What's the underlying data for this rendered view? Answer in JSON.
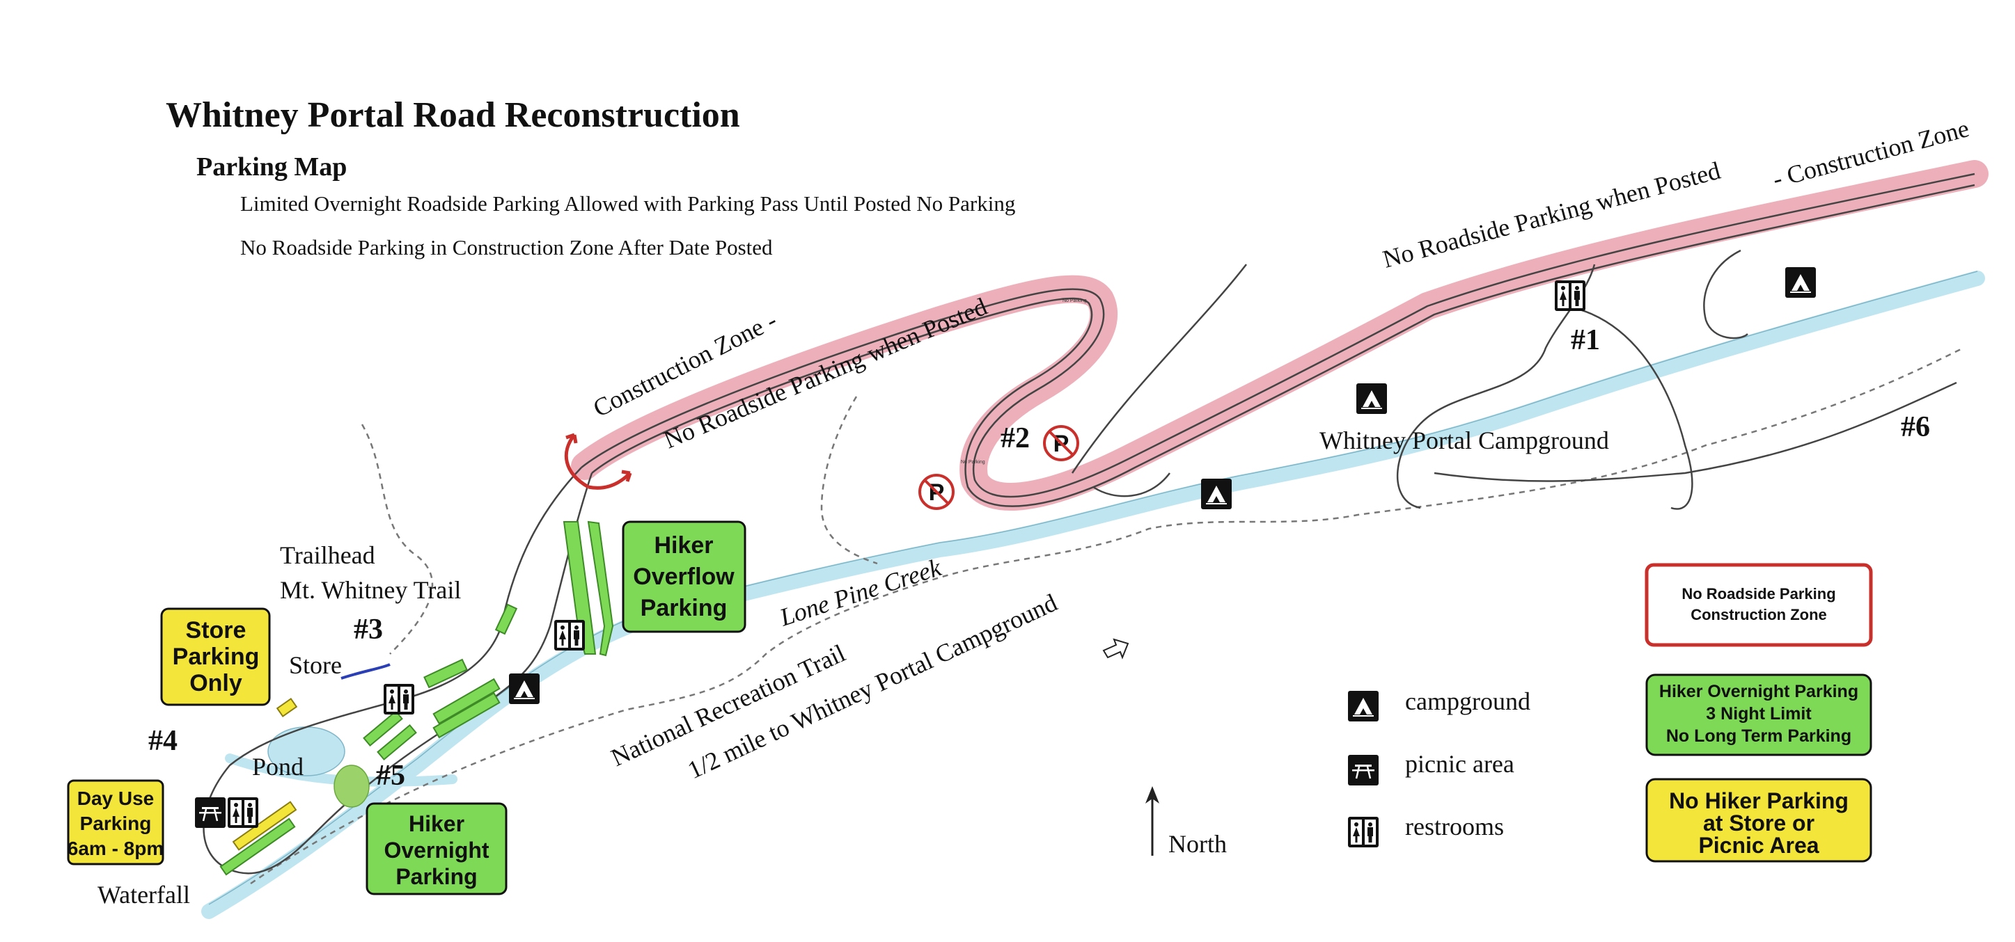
{
  "header": {
    "title": "Whitney Portal Road Reconstruction",
    "subtitle": "Parking Map",
    "notes": [
      "Limited Overnight Roadside Parking Allowed with Parking Pass Until Posted No Parking",
      "No Roadside Parking in Construction Zone After Date Posted"
    ]
  },
  "road_labels": {
    "construction_zone_west": "Construction Zone -",
    "no_parking_west": "No Roadside Parking when Posted",
    "no_parking_east": "No Roadside Parking when  Posted",
    "construction_zone_east": "- Construction Zone",
    "small_no_parking": "No Parking"
  },
  "places": {
    "trailhead": "Trailhead",
    "mt_whitney_trail": "Mt. Whitney Trail",
    "store": "Store",
    "pond": "Pond",
    "waterfall": "Waterfall",
    "lone_pine_creek": "Lone Pine Creek",
    "national_recreation_trail": "National Recreation Trail",
    "campground_distance": "1/2 mile to Whitney Portal Campground",
    "whitney_portal_campground": "Whitney Portal Campground",
    "north": "North"
  },
  "area_numbers": [
    "#1",
    "#2",
    "#3",
    "#4",
    "#5",
    "#6"
  ],
  "signs": {
    "store_parking": [
      "Store",
      "Parking",
      "Only"
    ],
    "day_use": [
      "Day Use",
      "Parking",
      "6am - 8pm"
    ],
    "hiker_overnight": [
      "Hiker",
      "Overnight",
      "Parking"
    ],
    "hiker_overflow": [
      "Hiker",
      "Overflow",
      "Parking"
    ]
  },
  "legend": {
    "icons": [
      {
        "icon": "campground-icon",
        "label": "campground"
      },
      {
        "icon": "picnic-table-icon",
        "label": "picnic area"
      },
      {
        "icon": "restroom-icon",
        "label": "restrooms"
      }
    ],
    "boxes": [
      {
        "style": "red-outline",
        "lines": [
          "No Roadside Parking",
          "Construction Zone"
        ]
      },
      {
        "style": "green",
        "lines": [
          "Hiker Overnight Parking",
          "3 Night Limit",
          "No Long Term Parking"
        ]
      },
      {
        "style": "yellow",
        "lines": [
          "No Hiker Parking",
          "at Store or",
          "Picnic Area"
        ]
      }
    ]
  },
  "colors": {
    "construction_zone": "#eba7b3",
    "construction_outline": "#c9302c",
    "hiker_parking": "#7ed957",
    "no_hiker_parking": "#f4e53b",
    "creek": "#bfe6f0",
    "no_parking_sign": "#c9302c"
  }
}
